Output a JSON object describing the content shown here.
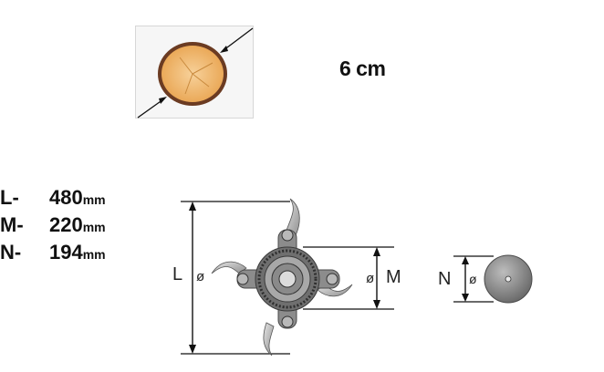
{
  "cut": {
    "size": "6 cm"
  },
  "specs": [
    {
      "key": "L-",
      "value": "480",
      "unit": "mm"
    },
    {
      "key": "M-",
      "value": "220",
      "unit": "mm"
    },
    {
      "key": "N-",
      "value": "194",
      "unit": "mm"
    }
  ],
  "drawing": {
    "label_l": "L",
    "label_m": "M",
    "label_n": "N",
    "diameter_symbol": "ø"
  }
}
